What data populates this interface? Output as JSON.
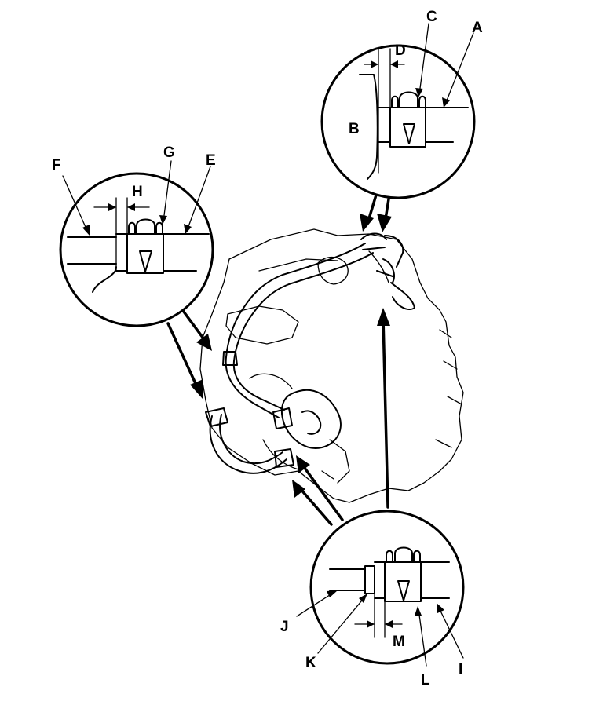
{
  "callouts": {
    "A": "A",
    "B": "B",
    "C": "C",
    "D": "D",
    "E": "E",
    "F": "F",
    "G": "G",
    "H": "H",
    "I": "I",
    "J": "J",
    "K": "K",
    "L": "L",
    "M": "M"
  }
}
